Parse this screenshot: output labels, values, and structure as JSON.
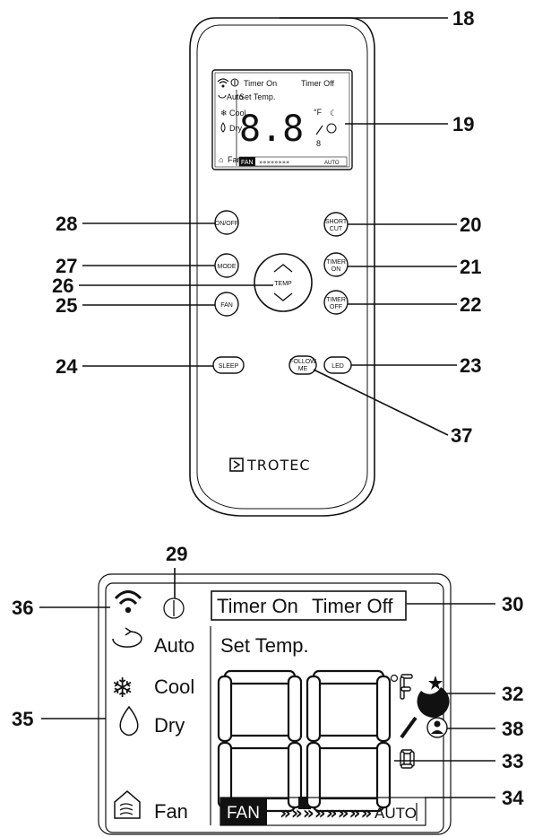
{
  "remote": {
    "brand": "TROTEC",
    "buttons": {
      "on_off": "ON/OFF",
      "mode": "MODE",
      "fan": "FAN",
      "sleep": "SLEEP",
      "temp": "TEMP",
      "shortcut_1": "SHORT",
      "shortcut_2": "CUT",
      "timer_on_1": "TIMER",
      "timer_on_2": "ON",
      "timer_off_1": "TIMER",
      "timer_off_2": "OFF",
      "follow_1": "FOLLOW",
      "follow_2": "ME",
      "led": "LED"
    }
  },
  "lcd": {
    "timer_on": "Timer On",
    "timer_off": "Timer Off",
    "set_temp": "Set Temp.",
    "mode_auto": "Auto",
    "mode_cool": "Cool",
    "mode_dry": "Dry",
    "mode_fan": "Fan",
    "fan_label": "FAN",
    "fan_auto": "AUTO",
    "fan_chevrons": "»»»»»»»»",
    "unit_f": "°F",
    "digits": "8.8"
  },
  "callouts": {
    "c18": "18",
    "c19": "19",
    "c20": "20",
    "c21": "21",
    "c22": "22",
    "c23": "23",
    "c24": "24",
    "c25": "25",
    "c26": "26",
    "c27": "27",
    "c28": "28",
    "c37": "37",
    "c29": "29",
    "c30": "30",
    "c32": "32",
    "c33": "33",
    "c34": "34",
    "c35": "35",
    "c36": "36",
    "c38": "38"
  }
}
